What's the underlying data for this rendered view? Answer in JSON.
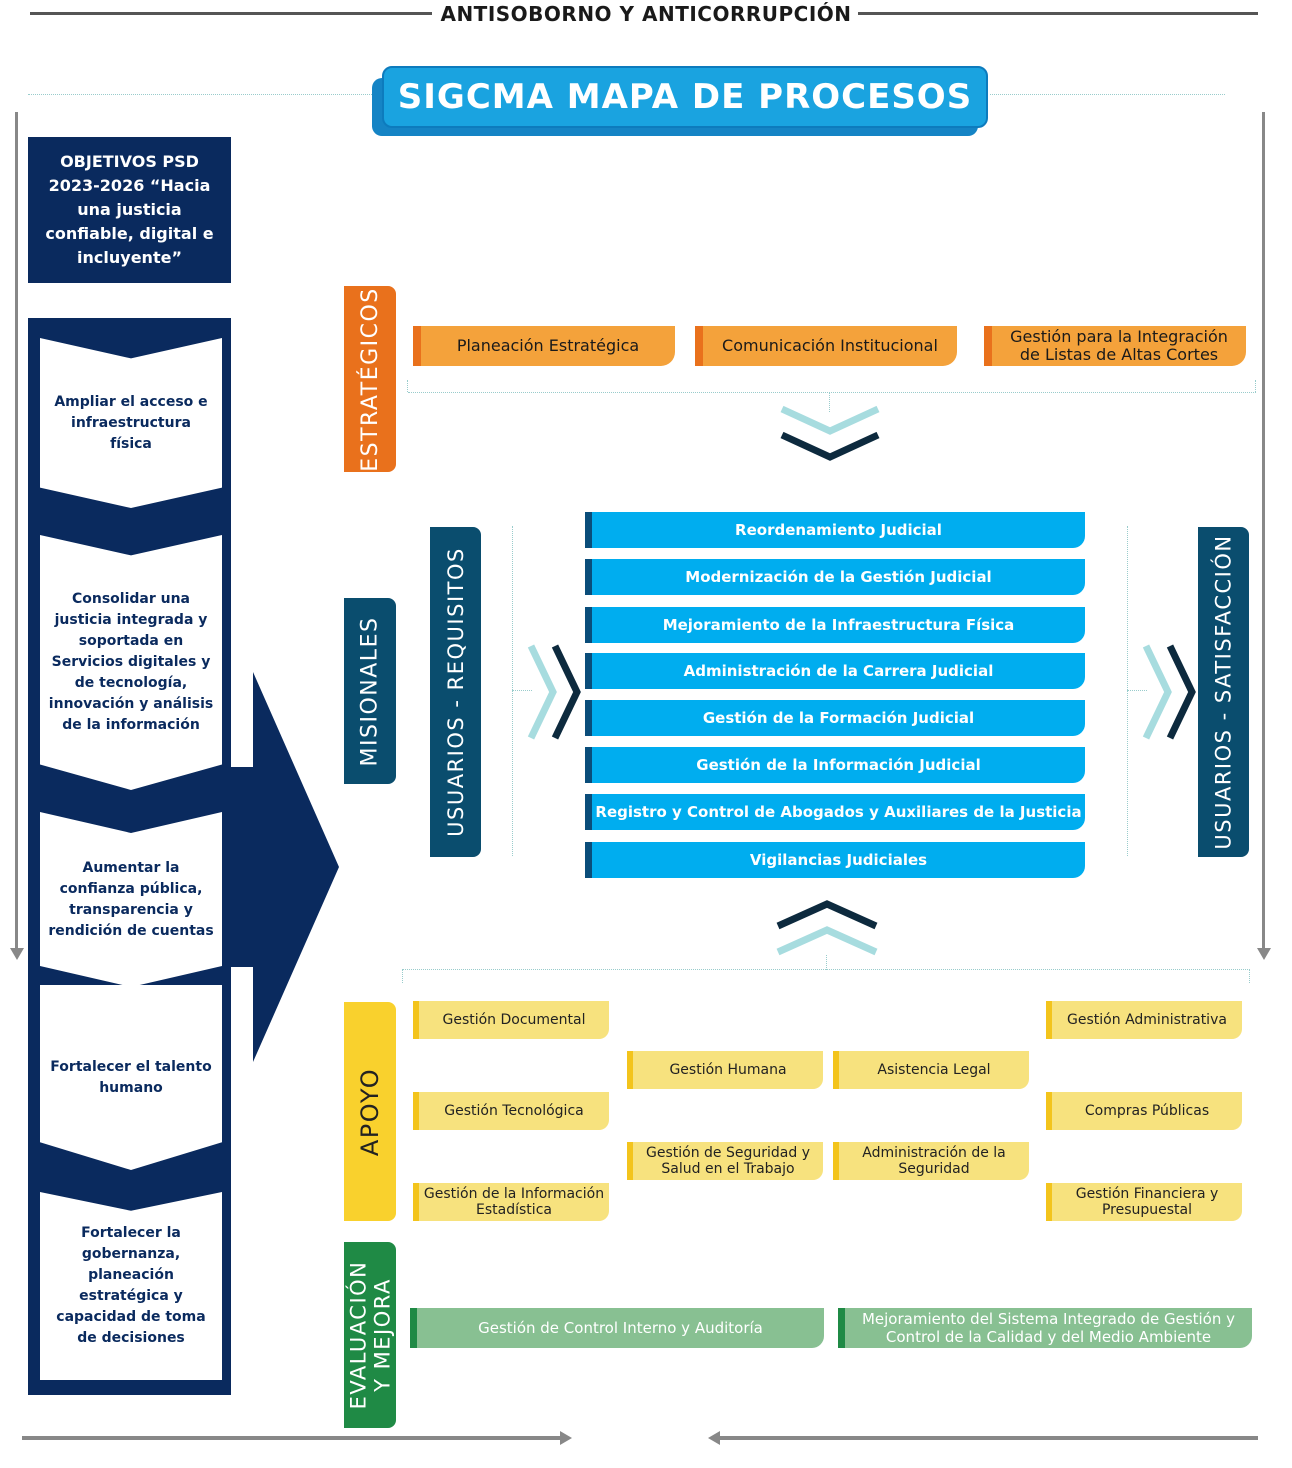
{
  "header": {
    "title": "ANTISOBORNO Y ANTICORRUPCIÓN"
  },
  "banner": {
    "title": "SIGCMA MAPA DE PROCESOS"
  },
  "objectives": {
    "title": "OBJETIVOS PSD 2023-2026 “Hacia una justicia confiable, digital e incluyente”",
    "items": [
      "Ampliar el acceso e infraestructura física",
      "Consolidar una justicia integrada y soportada en Servicios digitales y de tecnología, innovación y análisis de la información",
      "Aumentar la confianza pública, transparencia y rendición de cuentas",
      "Fortalecer el talento humano",
      "Fortalecer la gobernanza, planeación estratégica y capacidad de toma de decisiones"
    ]
  },
  "categories": {
    "strategic": "ESTRATÉGICOS",
    "missional": "MISIONALES",
    "support": "APOYO",
    "evaluation": "EVALUACIÓN Y MEJORA"
  },
  "users": {
    "requirements": "USUARIOS - REQUISITOS",
    "satisfaction": "USUARIOS - SATISFACCIÓN"
  },
  "strategic_processes": [
    "Planeación Estratégica",
    "Comunicación Institucional",
    "Gestión para la Integración de Listas de Altas Cortes"
  ],
  "missional_processes": [
    "Reordenamiento Judicial",
    "Modernización de la Gestión Judicial",
    "Mejoramiento de la Infraestructura Física",
    "Administración de la Carrera Judicial",
    "Gestión de la Formación Judicial",
    "Gestión de la Información Judicial",
    "Registro y Control de Abogados y Auxiliares de la Justicia",
    "Vigilancias Judiciales"
  ],
  "support_processes": [
    "Gestión Documental",
    "Gestión Tecnológica",
    "Gestión de la Información Estadística",
    "Gestión Humana",
    "Gestión de Seguridad y Salud en el Trabajo",
    "Asistencia Legal",
    "Administración de la Seguridad",
    "Gestión Administrativa",
    "Compras Públicas",
    "Gestión Financiera y Presupuestal"
  ],
  "evaluation_processes": [
    "Gestión de Control Interno y Auditoría",
    "Mejoramiento del Sistema Integrado de Gestión y Control de la Calidad y del Medio Ambiente"
  ],
  "colors": {
    "navy": "#0a2a5e",
    "orange": "#f4a23b",
    "blue": "#00adef",
    "teal": "#0a4d6e",
    "yellow": "#f7e27e",
    "green": "#1f8a45"
  }
}
